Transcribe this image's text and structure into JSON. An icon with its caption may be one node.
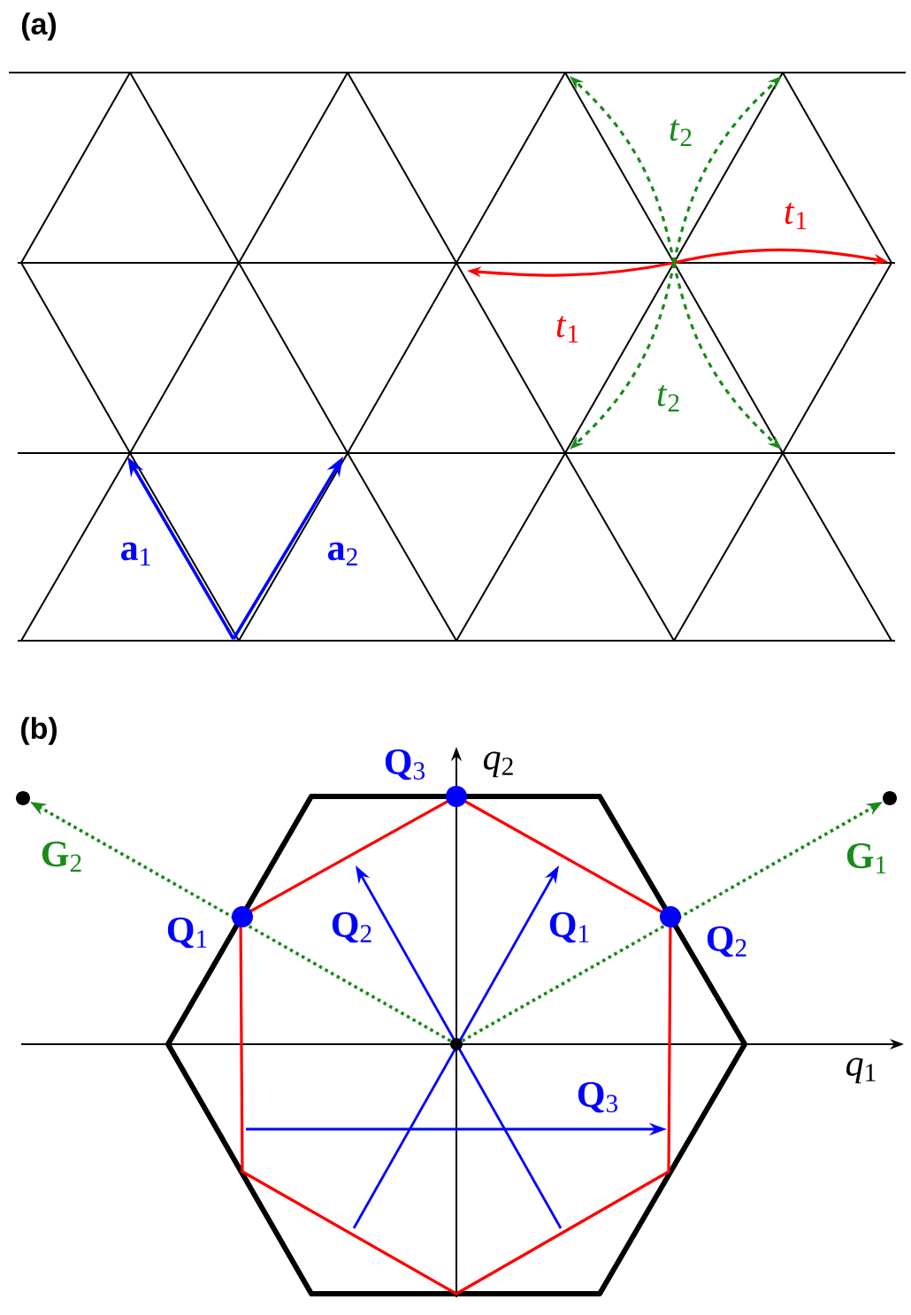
{
  "diagram": {
    "labels": [
      "(a)",
      "*t*$_{2}$",
      "*t*$_{1}$",
      "*t*$_{1}$",
      "*t*$_{2}$",
      "**a**$_{1}$",
      "**a**$_{2}$",
      "(b)",
      "**Q**$_{3}$",
      "*q*$_{2}$",
      "**G**$_{2}$",
      "**G**$_{1}$",
      "**Q**$_{1}$",
      "**Q**$_{2}$",
      "**Q**$_{1}$",
      "**Q**$_{2}$",
      "*q*$_{1}$",
      "**Q**$_{3}$"
    ]
  }
}
